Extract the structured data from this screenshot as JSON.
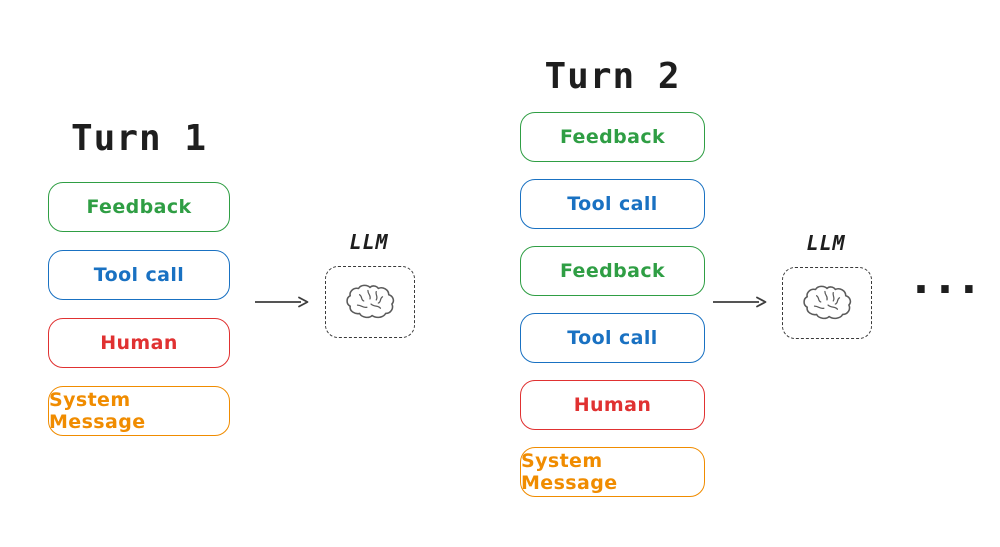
{
  "colors": {
    "green": "#2f9e44",
    "blue": "#1971c2",
    "red": "#e03131",
    "orange": "#f08c00",
    "ink": "#1e1e1e",
    "arrow": "#3d3d3d",
    "brain": "#5b5b5b"
  },
  "turn1": {
    "title": "Turn 1",
    "messages": [
      {
        "label": "Feedback",
        "color": "green"
      },
      {
        "label": "Tool call",
        "color": "blue"
      },
      {
        "label": "Human",
        "color": "red"
      },
      {
        "label": "System Message",
        "color": "orange"
      }
    ]
  },
  "turn2": {
    "title": "Turn 2",
    "messages": [
      {
        "label": "Feedback",
        "color": "green"
      },
      {
        "label": "Tool call",
        "color": "blue"
      },
      {
        "label": "Feedback",
        "color": "green"
      },
      {
        "label": "Tool call",
        "color": "blue"
      },
      {
        "label": "Human",
        "color": "red"
      },
      {
        "label": "System Message",
        "color": "orange"
      }
    ]
  },
  "llm1": {
    "label": "LLM",
    "icon": "brain-icon"
  },
  "llm2": {
    "label": "LLM",
    "icon": "brain-icon"
  },
  "ellipsis": "..."
}
